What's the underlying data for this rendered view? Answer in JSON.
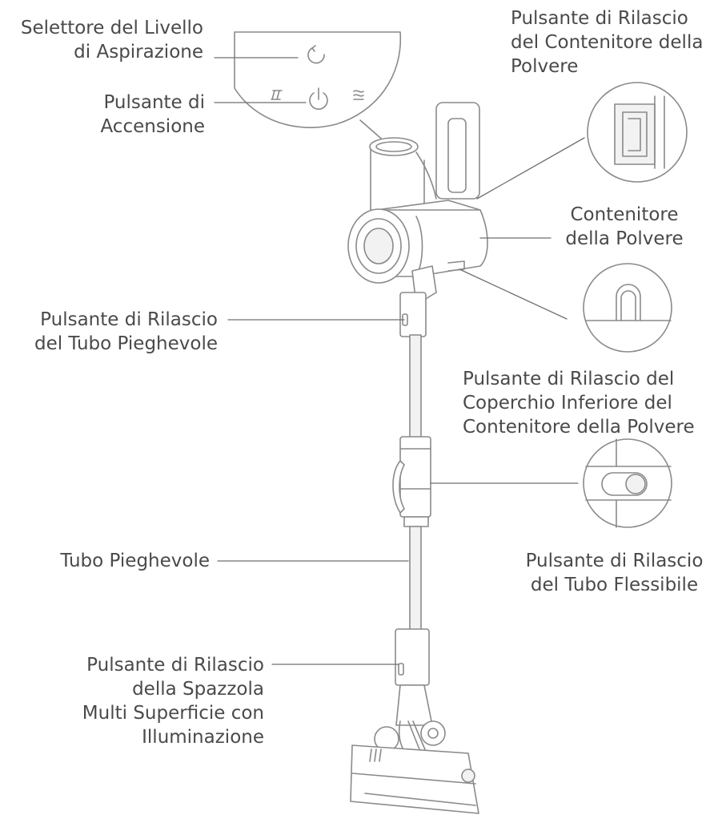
{
  "labels": {
    "suction_selector": [
      "Selettore del Livello",
      "di Aspirazione"
    ],
    "power_button": [
      "Pulsante di",
      "Accensione"
    ],
    "dust_container_release": [
      "Pulsante di Rilascio",
      "del Contenitore della",
      "Polvere"
    ],
    "dust_container": [
      "Contenitore",
      "della Polvere"
    ],
    "folding_tube_release": [
      "Pulsante di Rilascio",
      "del Tubo Pieghevole"
    ],
    "bottom_cover_release": [
      "Pulsante di Rilascio del",
      "Coperchio Inferiore del",
      "Contenitore della Polvere"
    ],
    "flexible_tube_release": [
      "Pulsante di Rilascio",
      "del Tubo Flessibile"
    ],
    "folding_tube": [
      "Tubo Pieghevole"
    ],
    "brush_release": [
      "Pulsante di Rilascio",
      "della Spazzola",
      "Multi Superficie con",
      "Illuminazione"
    ]
  },
  "colors": {
    "text": "#4a4a4a",
    "line": "#8a8a8a",
    "fill_light": "#ffffff",
    "fill_grey": "#f2f2f2"
  }
}
